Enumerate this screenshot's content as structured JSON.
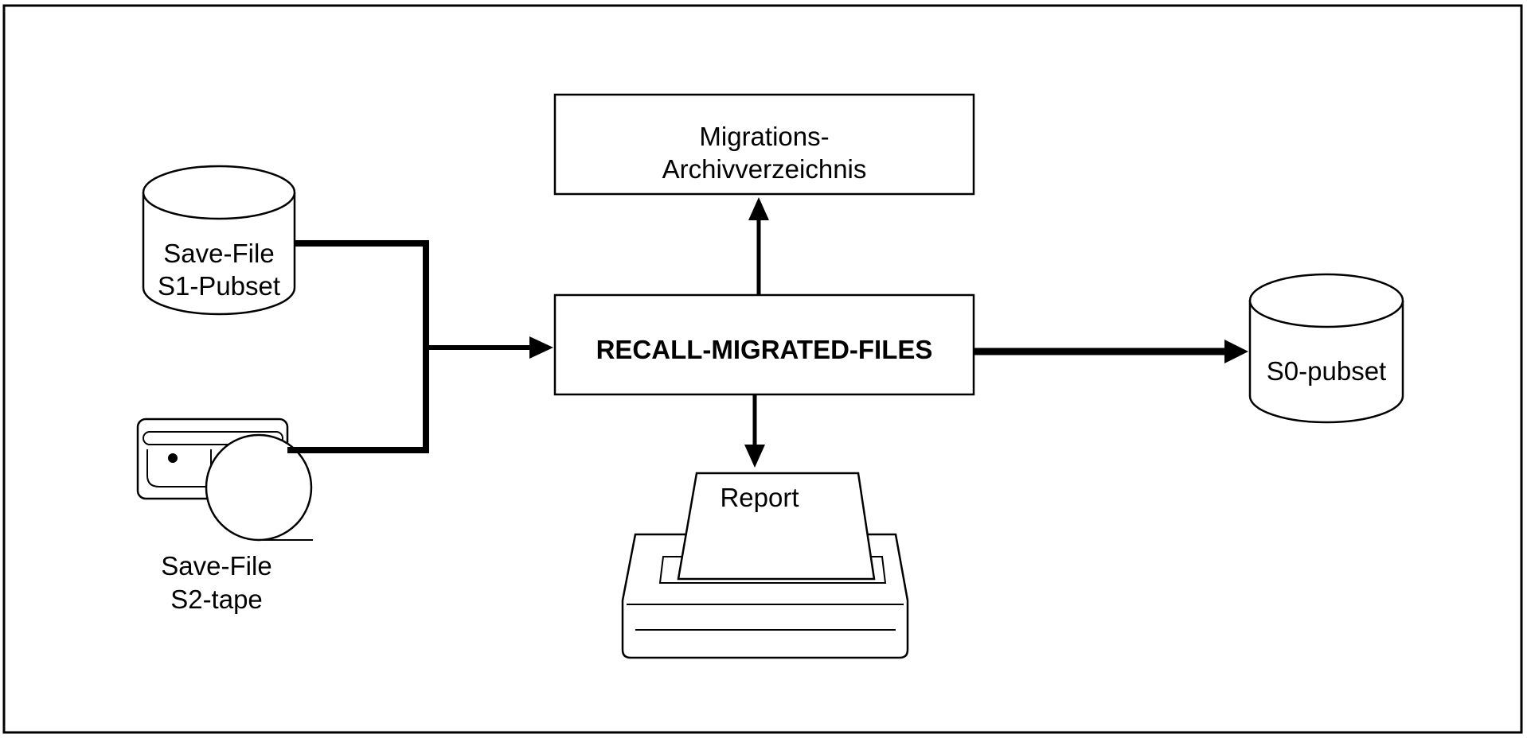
{
  "diagram": {
    "archive": {
      "line1": "Migrations-",
      "line2": "Archivverzeichnis"
    },
    "recall": {
      "label": "RECALL-MIGRATED-FILES"
    },
    "s1_pubset": {
      "line1": "Save-File",
      "line2": "S1-Pubset"
    },
    "s2_tape": {
      "line1": "Save-File",
      "line2": "S2-tape"
    },
    "s0_pubset": {
      "label": "S0-pubset"
    },
    "report": {
      "label": "Report"
    }
  }
}
